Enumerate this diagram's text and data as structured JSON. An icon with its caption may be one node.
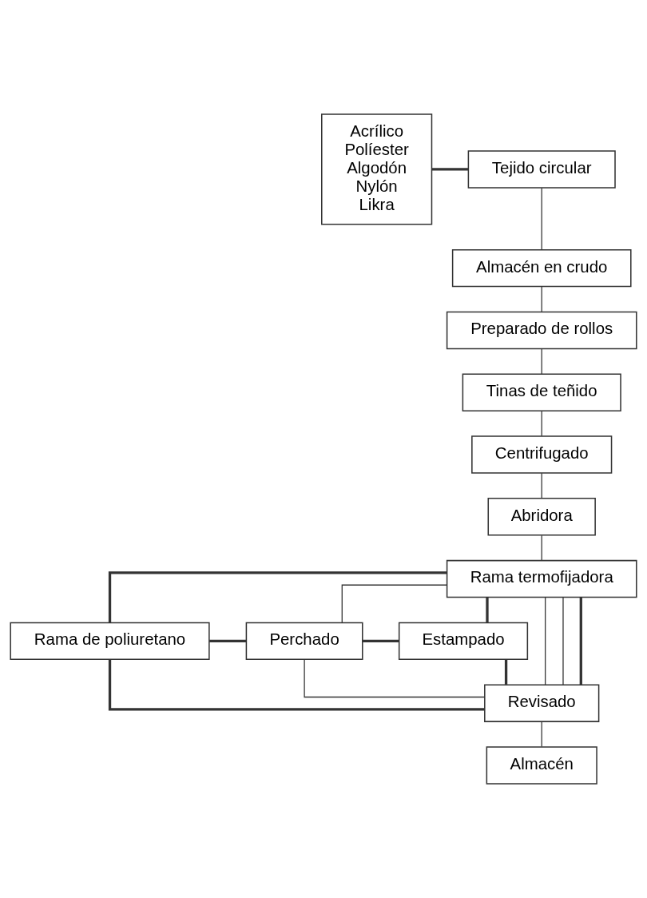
{
  "diagram": {
    "nodes": [
      {
        "text": [
          "Acrílico",
          "Políester",
          "Algodón",
          "Nylón",
          "Likra"
        ]
      },
      {
        "text": [
          "Tejido circular"
        ]
      },
      {
        "text": [
          "Almacén en crudo"
        ]
      },
      {
        "text": [
          "Preparado de rollos"
        ]
      },
      {
        "text": [
          "Tinas de teñido"
        ]
      },
      {
        "text": [
          "Centrifugado"
        ]
      },
      {
        "text": [
          "Abridora"
        ]
      },
      {
        "text": [
          "Rama termofijadora"
        ]
      },
      {
        "text": [
          "Rama de poliuretano"
        ]
      },
      {
        "text": [
          "Perchado"
        ]
      },
      {
        "text": [
          "Estampado"
        ]
      },
      {
        "text": [
          "Revisado"
        ]
      },
      {
        "text": [
          "Almacén"
        ]
      }
    ],
    "edges": [
      {
        "from": 0,
        "to": 1,
        "arrow": "none",
        "style": "thick"
      },
      {
        "from": 1,
        "to": 2,
        "arrow": "none"
      },
      {
        "from": 2,
        "to": 3,
        "arrow": "none"
      },
      {
        "from": 3,
        "to": 4,
        "arrow": "none"
      },
      {
        "from": 4,
        "to": 5,
        "arrow": "none"
      },
      {
        "from": 5,
        "to": 6,
        "arrow": "none"
      },
      {
        "from": 6,
        "to": 7,
        "arrow": "none"
      },
      {
        "from": 7,
        "to": 9,
        "arrow": "none"
      },
      {
        "from": 7,
        "to": 8,
        "arrow": "none",
        "style": "thick"
      },
      {
        "from": 7,
        "to": 10,
        "arrow": "none",
        "style": "thick"
      },
      {
        "from": 8,
        "to": 9,
        "arrow": "none",
        "style": "thick"
      },
      {
        "from": 9,
        "to": 10,
        "arrow": "none",
        "style": "thick"
      },
      {
        "from": 9,
        "to": 11,
        "arrow": "none"
      },
      {
        "from": 8,
        "to": 11,
        "arrow": "none",
        "style": "thick"
      },
      {
        "from": 10,
        "to": 11,
        "arrow": "none",
        "style": "thick"
      },
      {
        "from": 7,
        "to": 11,
        "arrow": "none"
      },
      {
        "from": 7,
        "to": 11,
        "arrow": "none"
      },
      {
        "from": 7,
        "to": 11,
        "arrow": "none",
        "style": "thick"
      },
      {
        "from": 11,
        "to": 12,
        "arrow": "none"
      }
    ]
  }
}
